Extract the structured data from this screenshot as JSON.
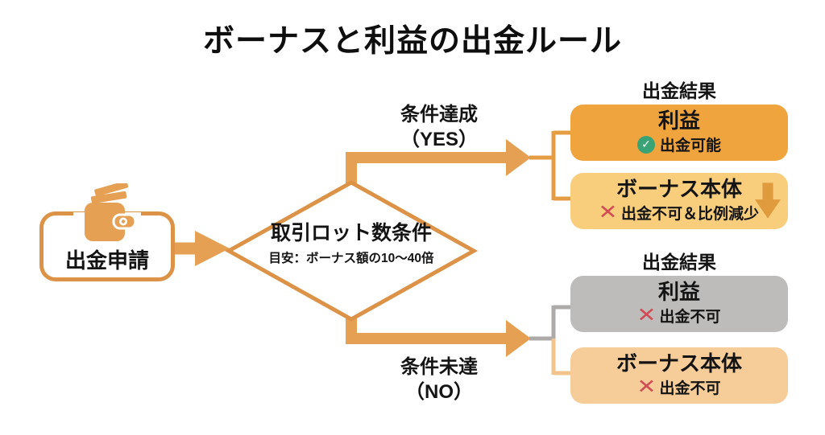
{
  "title": "ボーナスと利益の出金ルール",
  "start": {
    "label": "出金申請",
    "icon": "wallet-icon"
  },
  "decision": {
    "label": "取引ロット数条件",
    "note": "目安：ボーナス額の10〜40倍"
  },
  "branches": {
    "yes": {
      "line1": "条件達成",
      "line2": "（YES）"
    },
    "no": {
      "line1": "条件未達",
      "line2": "（NO）"
    }
  },
  "results_top": {
    "heading": "出金結果",
    "items": [
      {
        "title": "利益",
        "status": "出金可能",
        "status_icon": "check-icon"
      },
      {
        "title": "ボーナス本体",
        "status": "出金不可＆比例減少",
        "status_icon": "cross-icon",
        "extra_icon": "down-arrow-icon"
      }
    ]
  },
  "results_bottom": {
    "heading": "出金結果",
    "items": [
      {
        "title": "利益",
        "status": "出金不可",
        "status_icon": "cross-icon"
      },
      {
        "title": "ボーナス本体",
        "status": "出金不可",
        "status_icon": "cross-icon"
      }
    ]
  },
  "icons": {
    "check_glyph": "✓",
    "cross_glyph": "✕"
  },
  "colors": {
    "line-orange": "#DC9247",
    "arrow-orange": "#E5A053",
    "thin-orange": "#E59D43",
    "box-orange": "#F0A43E",
    "box-light-orange": "#F8CE7D",
    "box-gray": "#BEBCBA",
    "box-peach": "#F6CD98",
    "conn-gray": "#ADABA9",
    "conn-peach": "#F2C38B",
    "green": "#3AA376",
    "red": "#D14B55",
    "down-arrow": "#DF9B3E"
  }
}
